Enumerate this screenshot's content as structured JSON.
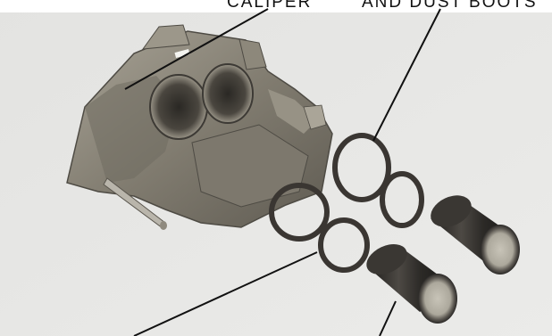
{
  "labels": {
    "caliper": "CALIPER",
    "pistons": "AND DUST BOOTS"
  },
  "parts": {
    "caliper": {
      "color": "#8a8578"
    },
    "seals": {
      "count": 4,
      "color": "#3a3632"
    },
    "pistons": {
      "count": 2,
      "color": "#2e2b28"
    }
  },
  "colors": {
    "background": "#e8e8e6",
    "leader_line": "#111111"
  }
}
